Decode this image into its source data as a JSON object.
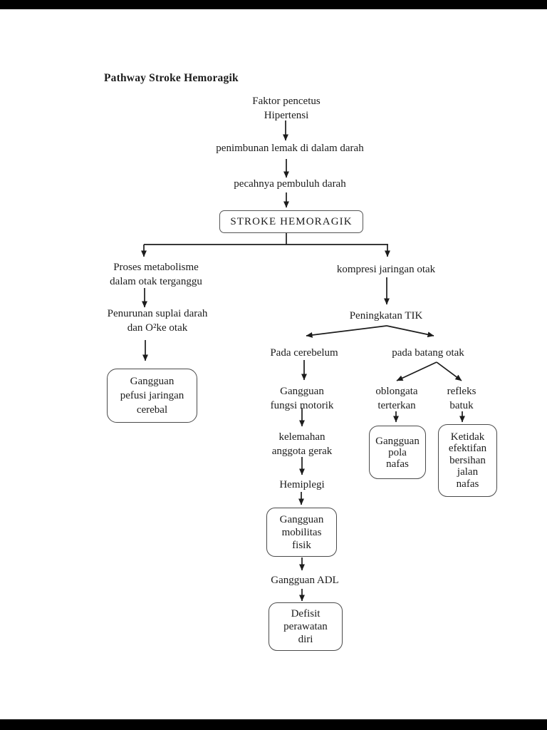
{
  "page": {
    "title": "Pathway Stroke Hemoragik"
  },
  "colors": {
    "page_background": "#ffffff",
    "letterbox": "#000000",
    "ink": "#1c1c1c",
    "box_border": "#4a4a4a"
  },
  "diagram": {
    "nodes": {
      "faktor_pencetus": "Faktor pencetus\nHipertensi",
      "penimbunan_lemak": "penimbunan lemak di dalam darah",
      "pecahnya_pembuluh": "pecahnya pembuluh darah",
      "stroke_hemoragik": "STROKE HEMORAGIK",
      "proses_metabolisme": "Proses metabolisme\ndalam otak terganggu",
      "kompresi_jaringan": "kompresi jaringan otak",
      "penurunan_suplai": "Penurunan suplai darah\ndan O²ke otak",
      "gangguan_perfusi": "Gangguan\npefusi jaringan\ncerebal",
      "peningkatan_tik": "Peningkatan TIK",
      "pada_cerebelum": "Pada cerebelum",
      "pada_batang_otak": "pada batang otak",
      "gangguan_fungsi_motorik": "Gangguan\nfungsi motorik",
      "oblongata_terterkan": "oblongata\nterterkan",
      "refleks_batuk": "refleks\nbatuk",
      "kelemahan_anggota": "kelemahan\nanggota gerak",
      "gangguan_pola_nafas": "Gangguan\npola\nnafas",
      "ketidakefektifan_bersihan": "Ketidak\nefektifan\nbersihan\njalan\nnafas",
      "hemiplegi": "Hemiplegi",
      "gangguan_mobilitas": "Gangguan\nmobilitas\nfisik",
      "gangguan_adl": "Gangguan ADL",
      "defisit_perawatan": "Defisit\nperawatan\ndiri"
    }
  }
}
